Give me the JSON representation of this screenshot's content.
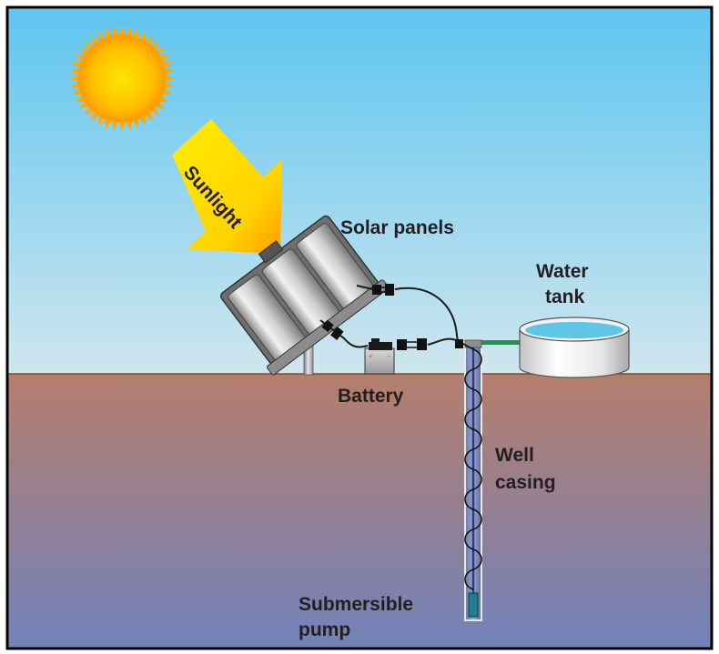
{
  "labels": {
    "sunlight": "Sunlight",
    "solar_panels": "Solar panels",
    "water_tank_line1": "Water",
    "water_tank_line2": "tank",
    "battery": "Battery",
    "well_casing_line1": "Well",
    "well_casing_line2": "casing",
    "pump_line1": "Submersible",
    "pump_line2": "pump"
  },
  "colors": {
    "sky_top": "#5ec5f0",
    "sky_bottom": "#cfe6ee",
    "ground_top": "#b57e6c",
    "ground_bottom": "#7282ba",
    "sun": "#ffb000",
    "sunlight_beam": "#ffe000",
    "pipe": "#2e8b57",
    "water": "#5fc6e6",
    "border": "#000000"
  }
}
